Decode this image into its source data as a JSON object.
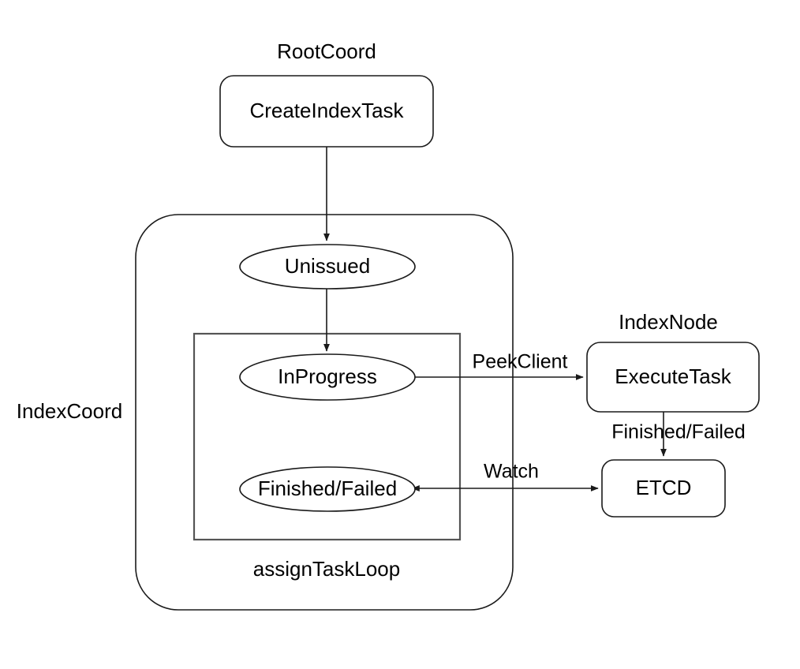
{
  "diagram": {
    "title": "",
    "background_color": "#ffffff",
    "stroke_color": "#1a1a1a",
    "inner_group_stroke_color": "#555555",
    "text_color": "#000000",
    "groups": [
      {
        "id": "rootcoord",
        "label": "RootCoord",
        "shape": "label-only"
      },
      {
        "id": "indexcoord",
        "label": "IndexCoord",
        "shape": "rounded-rect"
      },
      {
        "id": "assigntaskloop",
        "label": "assignTaskLoop",
        "shape": "rect"
      },
      {
        "id": "indexnode",
        "label": "IndexNode",
        "shape": "label-only"
      }
    ],
    "nodes": [
      {
        "id": "create-index-task",
        "label": "CreateIndexTask",
        "shape": "rounded-rect",
        "group": "rootcoord"
      },
      {
        "id": "unissued",
        "label": "Unissued",
        "shape": "ellipse",
        "group": "indexcoord"
      },
      {
        "id": "inprogress",
        "label": "InProgress",
        "shape": "ellipse",
        "group": "assigntaskloop"
      },
      {
        "id": "finished-failed-state",
        "label": "Finished/Failed",
        "shape": "ellipse",
        "group": "assigntaskloop"
      },
      {
        "id": "execute-task",
        "label": "ExecuteTask",
        "shape": "rounded-rect",
        "group": "indexnode"
      },
      {
        "id": "etcd",
        "label": "ETCD",
        "shape": "rounded-rect",
        "group": "indexnode"
      }
    ],
    "edges": [
      {
        "id": "edge-create-to-unissued",
        "from": "create-index-task",
        "to": "unissued",
        "label": "",
        "arrow": "end"
      },
      {
        "id": "edge-unissued-to-inprogress",
        "from": "unissued",
        "to": "inprogress",
        "label": "",
        "arrow": "end"
      },
      {
        "id": "edge-inprogress-to-executetask",
        "from": "inprogress",
        "to": "execute-task",
        "label": "PeekClient",
        "arrow": "end"
      },
      {
        "id": "edge-executetask-to-etcd",
        "from": "execute-task",
        "to": "etcd",
        "label": "Finished/Failed",
        "arrow": "end"
      },
      {
        "id": "edge-etcd-to-finished",
        "from": "etcd",
        "to": "finished-failed-state",
        "label": "Watch",
        "arrow": "both"
      }
    ]
  }
}
